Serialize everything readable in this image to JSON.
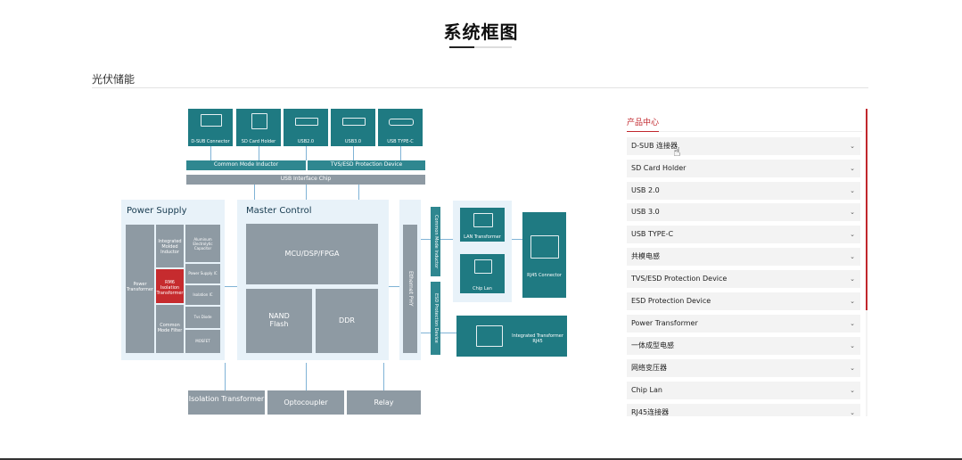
{
  "page": {
    "title": "系统框图",
    "section_label": "光伏储能"
  },
  "diagram": {
    "connectors": [
      {
        "icon": "dsub-icon",
        "label": "D-SUB Connector"
      },
      {
        "icon": "sd-card-icon",
        "label": "SD Card Holder"
      },
      {
        "icon": "usb-icon",
        "label": "USB2.0"
      },
      {
        "icon": "usb-icon",
        "label": "USB3.0"
      },
      {
        "icon": "usb-c-icon",
        "label": "USB TYPE-C"
      }
    ],
    "common_mode_inductor": "Common Mode Inductor",
    "tvs_esd": "TVS/ESD Protection Device",
    "usb_interface_chip": "USB Interface Chip",
    "power_supply": {
      "title": "Power Supply",
      "power_transformer": "Power Transformer",
      "integrated_molded_inductor": "Integrated Molded Inductor",
      "rm6_isolation_transformer": "RM6 Isolation Transformer",
      "common_mode_filter": "Common Mode Filter",
      "aluminum_capacitor": "Aluminum Electrolytic Capacitor",
      "power_supply_ic": "Power Supply IC",
      "isolation_ic": "Isolation IC",
      "tvs_diode": "Tvs Diode",
      "mosfet": "MOSFET"
    },
    "master_control": {
      "title": "Master Control",
      "mcu": "MCU/DSP/FPGA",
      "nand": "NAND Flash",
      "ddr": "DDR"
    },
    "ethernet_phy": "Ethernet PHY",
    "cm_inductor_vertical": "Common Mode Inductor",
    "esd_vertical": "ESD Protection Device",
    "lan_transformer": "LAN Transformer",
    "chip_lan": "Chip Lan",
    "rj45_connector": "RJ45 Connector",
    "integrated_rj45": "Integrated Transformer RJ45",
    "bottom": [
      "Isolation Transformer",
      "Optocoupler",
      "Relay"
    ]
  },
  "sidebar": {
    "header": "产品中心",
    "items": [
      "D-SUB 连接器",
      "SD Card Holder",
      "USB 2.0",
      "USB 3.0",
      "USB TYPE-C",
      "共模电感",
      "TVS/ESD Protection Device",
      "ESD Protection Device",
      "Power Transformer",
      "一体成型电感",
      "网络变压器",
      "Chip Lan",
      "RJ45连接器"
    ]
  },
  "colors": {
    "accent": "#c1272d",
    "teal": "#1f7a82",
    "panel": "#e8f2f9",
    "grey_block": "#8e9aa3"
  }
}
